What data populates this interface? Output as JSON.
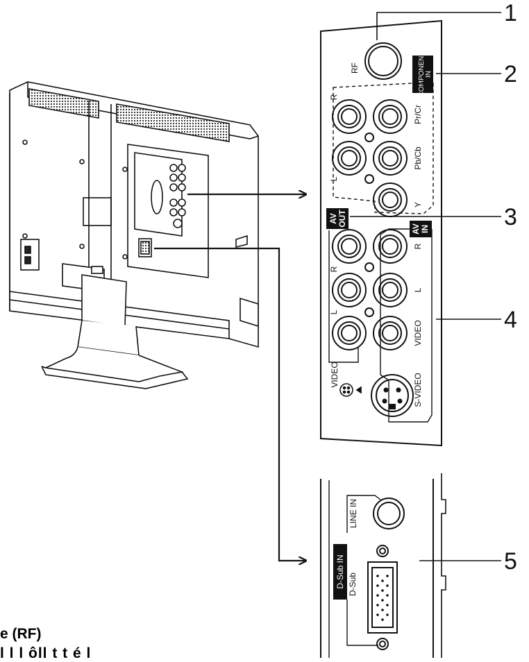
{
  "callouts": [
    "1",
    "2",
    "3",
    "4",
    "5"
  ],
  "panel_top": {
    "rf": "RF",
    "component_badge": "COMPONENT IN",
    "component_line1": "COMPONENT",
    "component_line2": "IN",
    "r": "R",
    "l": "L",
    "pr_cr": "Pr/Cr",
    "pb_cb": "Pb/Cb",
    "y": "Y",
    "av_out_line1": "AV",
    "av_out_line2": "OUT",
    "av_in_line1": "AV",
    "av_in_line2": "IN",
    "video": "VIDEO",
    "s_video": "S-VIDEO"
  },
  "panel_bottom": {
    "line_in": "LINE IN",
    "d_sub_in": "D-Sub IN",
    "d_sub": "D-Sub"
  },
  "captions": {
    "line1": "e (RF)",
    "line2": "l   l     l    ôll             t              t  é l"
  },
  "colors": {
    "stroke": "#111111",
    "badge": "#111111",
    "badge_text": "#ffffff"
  }
}
